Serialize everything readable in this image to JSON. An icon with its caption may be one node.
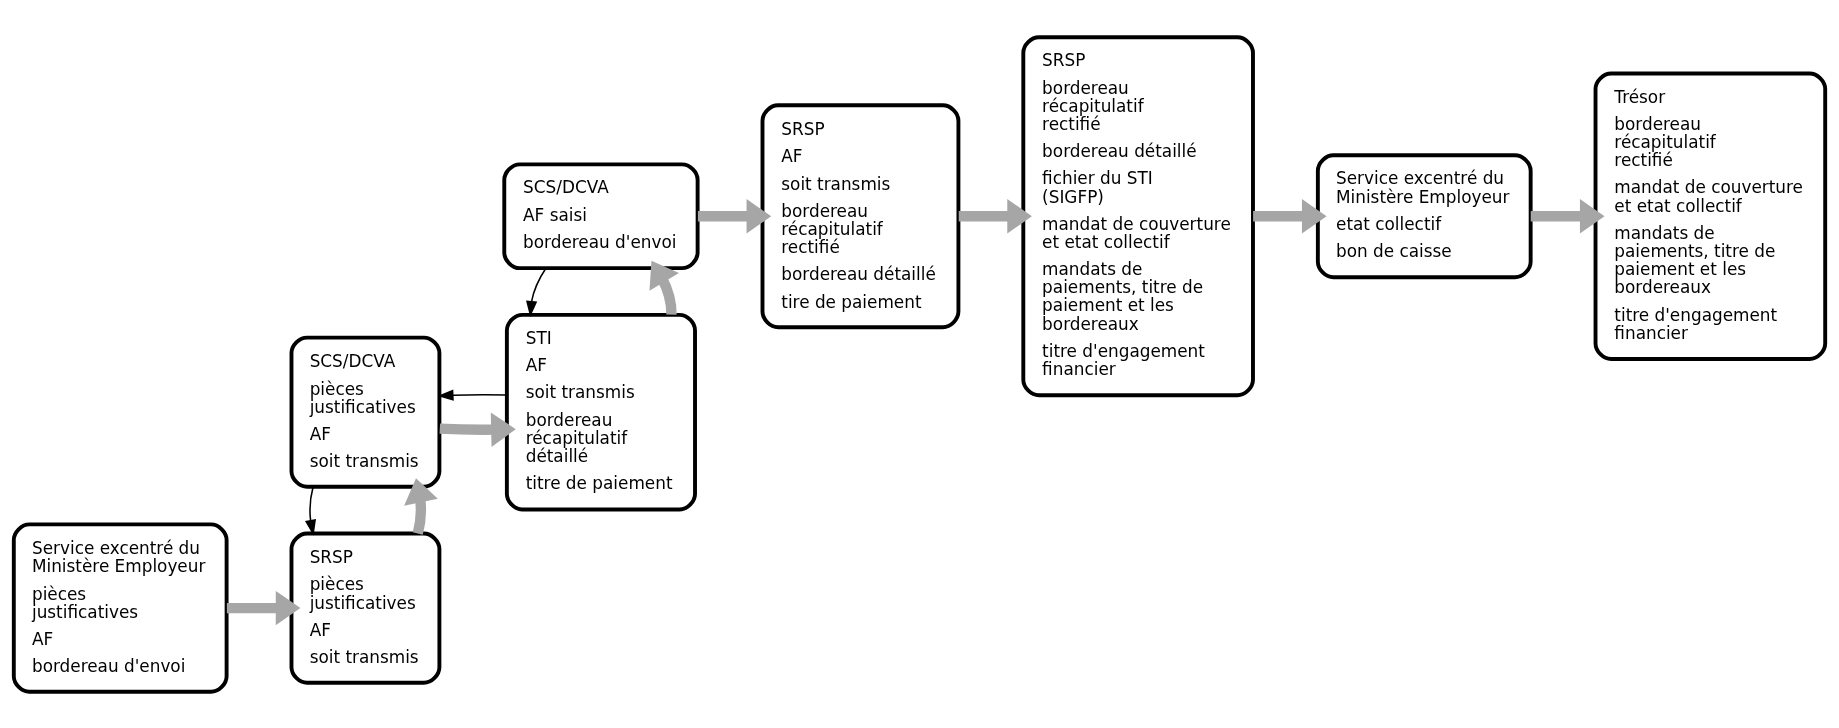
{
  "diagram": {
    "nodes": [
      {
        "text": [
          "Service excentré du Ministère Employeur",
          "pièces justificatives",
          "AF",
          "bordereau d'envoi"
        ]
      },
      {
        "text": [
          "SRSP",
          "pièces justificatives",
          "AF",
          "soit transmis"
        ]
      },
      {
        "text": [
          "SCS/DCVA",
          "pièces justificatives",
          "AF",
          "soit transmis"
        ]
      },
      {
        "text": [
          "STI",
          "AF",
          "soit transmis",
          "bordereau récapitulatif détaillé",
          "titre de paiement"
        ]
      },
      {
        "text": [
          "SCS/DCVA",
          "AF saisi",
          "bordereau d'envoi"
        ]
      },
      {
        "text": [
          "SRSP",
          "AF",
          "soit transmis",
          "bordereau récapitulatif rectifié",
          "bordereau détaillé",
          "tire de paiement"
        ]
      },
      {
        "text": [
          "SRSP",
          "bordereau récapitulatif rectifié",
          "bordereau détaillé",
          "fichier du STI (SIGFP)",
          "mandat de couverture et etat collectif",
          "mandats de paiements, titre de paiement et les bordereaux",
          "titre d'engagement financier"
        ]
      },
      {
        "text": [
          "Service excentré du Ministère Employeur",
          "etat collectif",
          "bon de caisse"
        ]
      },
      {
        "text": [
          "Trésor",
          "bordereau récapitulatif rectifié",
          "mandat de couverture et etat collectif",
          "mandats de paiements, titre de paiement et les bordereaux",
          "titre d'engagement financier"
        ]
      }
    ],
    "edges": [
      {
        "from": 0,
        "to": 1,
        "arrow": "to"
      },
      {
        "from": 1,
        "to": 2,
        "arrow": "to"
      },
      {
        "from": 2,
        "to": 1,
        "arrow": "to",
        "color": "#000000"
      },
      {
        "from": 2,
        "to": 3,
        "arrow": "to"
      },
      {
        "from": 3,
        "to": 2,
        "arrow": "to",
        "color": "#000000"
      },
      {
        "from": 3,
        "to": 4,
        "arrow": "to"
      },
      {
        "from": 4,
        "to": 3,
        "arrow": "to",
        "color": "#000000"
      },
      {
        "from": 4,
        "to": 5,
        "arrow": "to"
      },
      {
        "from": 5,
        "to": 6,
        "arrow": "to"
      },
      {
        "from": 6,
        "to": 7,
        "arrow": "to"
      },
      {
        "from": 7,
        "to": 8,
        "arrow": "to"
      }
    ]
  }
}
